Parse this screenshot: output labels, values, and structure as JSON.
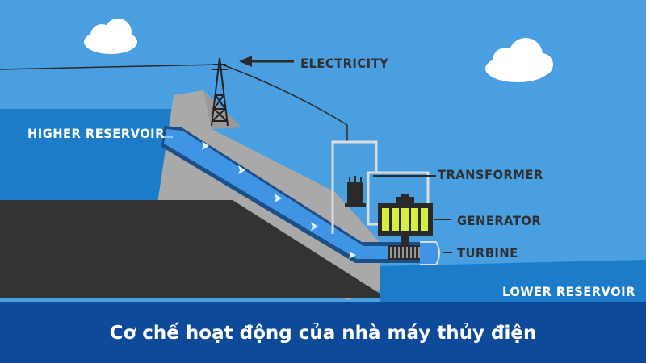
{
  "diagram": {
    "labels": {
      "electricity": "ELECTRICITY",
      "higher_reservoir": "HIGHER RESERVOIR",
      "transformer": "TRANSFORMER",
      "generator": "GENERATOR",
      "turbine": "TURBINE",
      "lower_reservoir": "LOWER RESERVOIR"
    },
    "caption": "Cơ chế hoạt động của nhà máy thủy điện",
    "colors": {
      "sky": "#4a9fe0",
      "reservoir_water": "#1d7cc7",
      "dam": "#a9a9a9",
      "ground": "#333333",
      "pipe_water": "#3f95e4",
      "generator_coils": "#d7ef3a",
      "caption_bar": "#0d4a99"
    },
    "icons": [
      "cloud-icon",
      "transmission-tower-icon",
      "flow-arrow-icon",
      "transformer-icon",
      "generator-icon",
      "turbine-icon"
    ]
  }
}
